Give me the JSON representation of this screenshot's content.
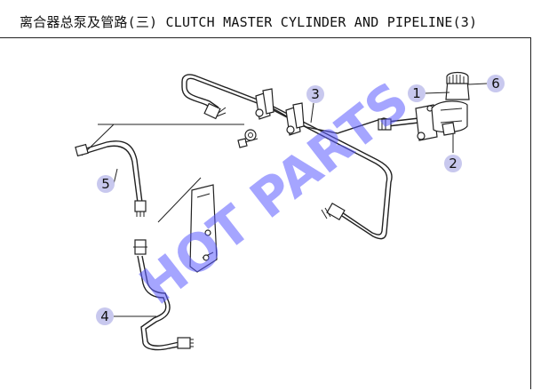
{
  "title": "离合器总泵及管路(三)  CLUTCH MASTER CYLINDER AND PIPELINE(3)",
  "watermark": "HOT PARTS",
  "callouts": [
    {
      "id": "1",
      "label": "1"
    },
    {
      "id": "2",
      "label": "2"
    },
    {
      "id": "3",
      "label": "3"
    },
    {
      "id": "4",
      "label": "4"
    },
    {
      "id": "5",
      "label": "5"
    },
    {
      "id": "6",
      "label": "6"
    }
  ],
  "colors": {
    "line": "#222222",
    "callout_fill": "#c8c8ee",
    "watermark": "#5b5bff"
  }
}
